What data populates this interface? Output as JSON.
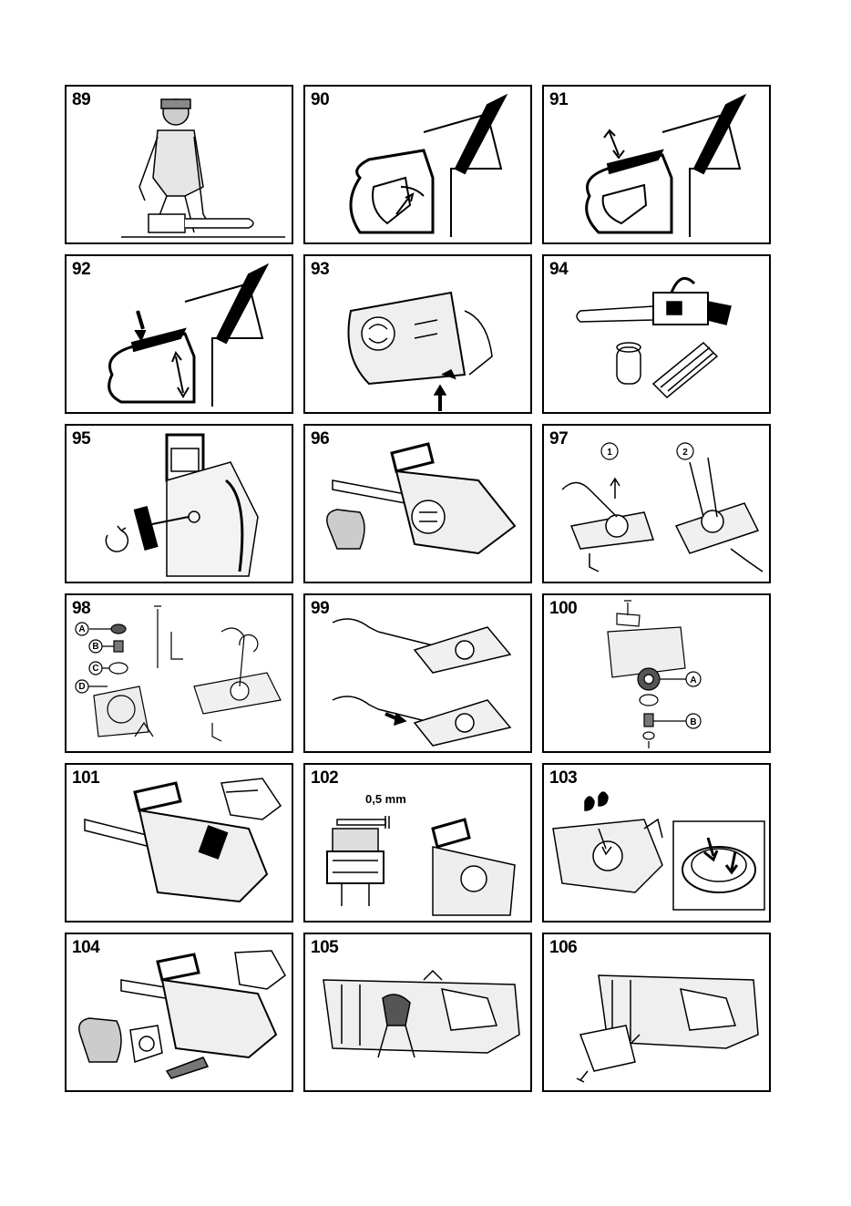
{
  "panels": [
    {
      "number": "89"
    },
    {
      "number": "90"
    },
    {
      "number": "91"
    },
    {
      "number": "92"
    },
    {
      "number": "93"
    },
    {
      "number": "94"
    },
    {
      "number": "95"
    },
    {
      "number": "96"
    },
    {
      "number": "97",
      "callouts": [
        "1",
        "2"
      ]
    },
    {
      "number": "98",
      "callouts": [
        "A",
        "B",
        "C",
        "D"
      ]
    },
    {
      "number": "99"
    },
    {
      "number": "100",
      "callouts": [
        "A",
        "B"
      ]
    },
    {
      "number": "101"
    },
    {
      "number": "102",
      "gap_label": "0,5 mm"
    },
    {
      "number": "103"
    },
    {
      "number": "104"
    },
    {
      "number": "105"
    },
    {
      "number": "106"
    }
  ],
  "colors": {
    "line": "#000000",
    "background": "#ffffff",
    "shade": "#d9d9d9"
  }
}
